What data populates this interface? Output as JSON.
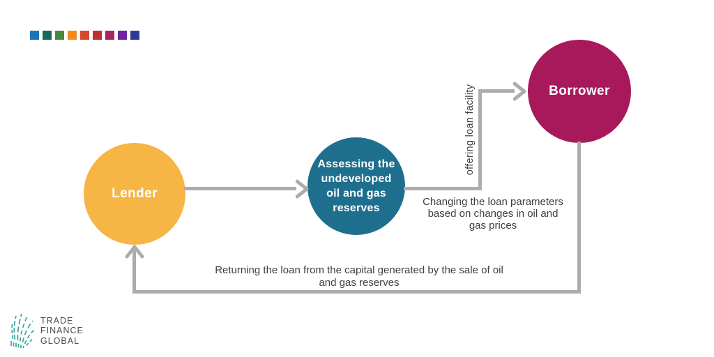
{
  "palette": {
    "colors": [
      "#1B75BC",
      "#17695B",
      "#458A3D",
      "#F6891E",
      "#D9472B",
      "#C22D30",
      "#A72561",
      "#6B24A2",
      "#2C3B96"
    ]
  },
  "diagram": {
    "line_color": "#ACACAC",
    "nodes": {
      "lender": {
        "label": "Lender",
        "color": "#F6B544"
      },
      "assessing": {
        "label": "Assessing the\nundeveloped\noil and gas\nreserves",
        "color": "#1E6F8E"
      },
      "borrower": {
        "label": "Borrower",
        "color": "#A8195B"
      }
    },
    "labels": {
      "offering": "offering loan facility",
      "changing": "Changing the loan parameters\nbased on changes in oil and\ngas prices",
      "returning": "Returning the loan from the capital generated by the sale of oil\nand gas reserves"
    }
  },
  "logo": {
    "icon_color": "#35A79C",
    "lines": [
      "TRADE",
      "FINANCE",
      "GLOBAL"
    ]
  }
}
